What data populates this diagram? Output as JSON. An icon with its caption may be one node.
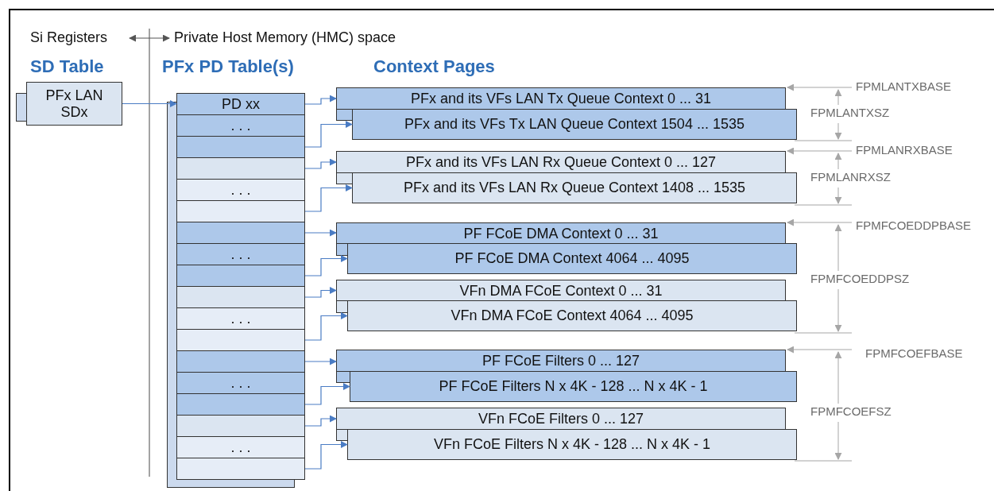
{
  "diagram": {
    "nodes": [
      {
        "text": [
          "PFx LAN SDx"
        ],
        "beside": [
          "SD Table"
        ]
      },
      {
        "text": [
          "PD xx"
        ]
      },
      {
        "text": [
          ". . ."
        ]
      },
      {
        "text": [],
        "shape": "box"
      },
      {
        "text": [],
        "shape": "box"
      },
      {
        "text": [
          ". . ."
        ]
      },
      {
        "text": [],
        "shape": "box"
      },
      {
        "text": [],
        "shape": "box"
      },
      {
        "text": [
          ". . ."
        ]
      },
      {
        "text": [],
        "shape": "box"
      },
      {
        "text": [],
        "shape": "box"
      },
      {
        "text": [
          ". . ."
        ]
      },
      {
        "text": [],
        "shape": "box"
      },
      {
        "text": [],
        "shape": "box"
      },
      {
        "text": [
          ". . ."
        ]
      },
      {
        "text": [],
        "shape": "box"
      },
      {
        "text": [],
        "shape": "box"
      },
      {
        "text": [
          ". . ."
        ]
      },
      {
        "text": [],
        "shape": "box"
      },
      {
        "text": [
          "PFx and its VFs LAN Tx Queue Context 0 ... 31"
        ]
      },
      {
        "text": [
          "PFx and its VFs Tx LAN Queue Context 1504 ... 1535"
        ]
      },
      {
        "text": [
          "PFx and its VFs LAN Rx Queue Context 0 ... 127"
        ]
      },
      {
        "text": [
          "PFx and its VFs LAN Rx Queue Context 1408 ... 1535"
        ]
      },
      {
        "text": [
          "PF FCoE DMA Context 0 ... 31"
        ]
      },
      {
        "text": [
          "PF FCoE DMA Context 4064 ... 4095"
        ]
      },
      {
        "text": [
          "VFn DMA FCoE Context 0 ... 31"
        ]
      },
      {
        "text": [
          "VFn DMA FCoE Context 4064 ... 4095"
        ]
      },
      {
        "text": [
          "PF FCoE Filters 0 ... 127"
        ]
      },
      {
        "text": [
          "PF FCoE Filters N x 4K - 128 ... N x 4K - 1"
        ]
      },
      {
        "text": [
          "VFn FCoE Filters 0 ... 127"
        ]
      },
      {
        "text": [
          "VFn FCoE Filters N x 4K - 128 ... N x 4K - 1"
        ]
      }
    ],
    "edges": [
      {
        "from": 0,
        "to": 1,
        "arrow": "to"
      },
      {
        "from": 1,
        "to": 19,
        "arrow": "to"
      },
      {
        "from": 3,
        "to": 20,
        "arrow": "to"
      },
      {
        "from": 4,
        "to": 21,
        "arrow": "to"
      },
      {
        "from": 6,
        "to": 22,
        "arrow": "to"
      },
      {
        "from": 7,
        "to": 23,
        "arrow": "to"
      },
      {
        "from": 9,
        "to": 24,
        "arrow": "to"
      },
      {
        "from": 10,
        "to": 25,
        "arrow": "to"
      },
      {
        "from": 12,
        "to": 26,
        "arrow": "to"
      },
      {
        "from": 13,
        "to": 27,
        "arrow": "to"
      },
      {
        "from": 15,
        "to": 28,
        "arrow": "to"
      },
      {
        "from": 16,
        "to": 29,
        "arrow": "to"
      },
      {
        "from": 18,
        "to": 30,
        "arrow": "to"
      }
    ],
    "labels": [
      "Si Registers",
      "Private Host Memory (HMC) space",
      "PFx PD Table(s)",
      "Context Pages",
      "FPMLANTXBASE",
      "FPMLANTXSZ",
      "FPMLANRXBASE",
      "FPMLANRXSZ",
      "FPMFCOEDDPBASE",
      "FPMFCOEDDPSZ",
      "FPMFCOEFBASE",
      "FPMFCOEFSZ"
    ]
  }
}
